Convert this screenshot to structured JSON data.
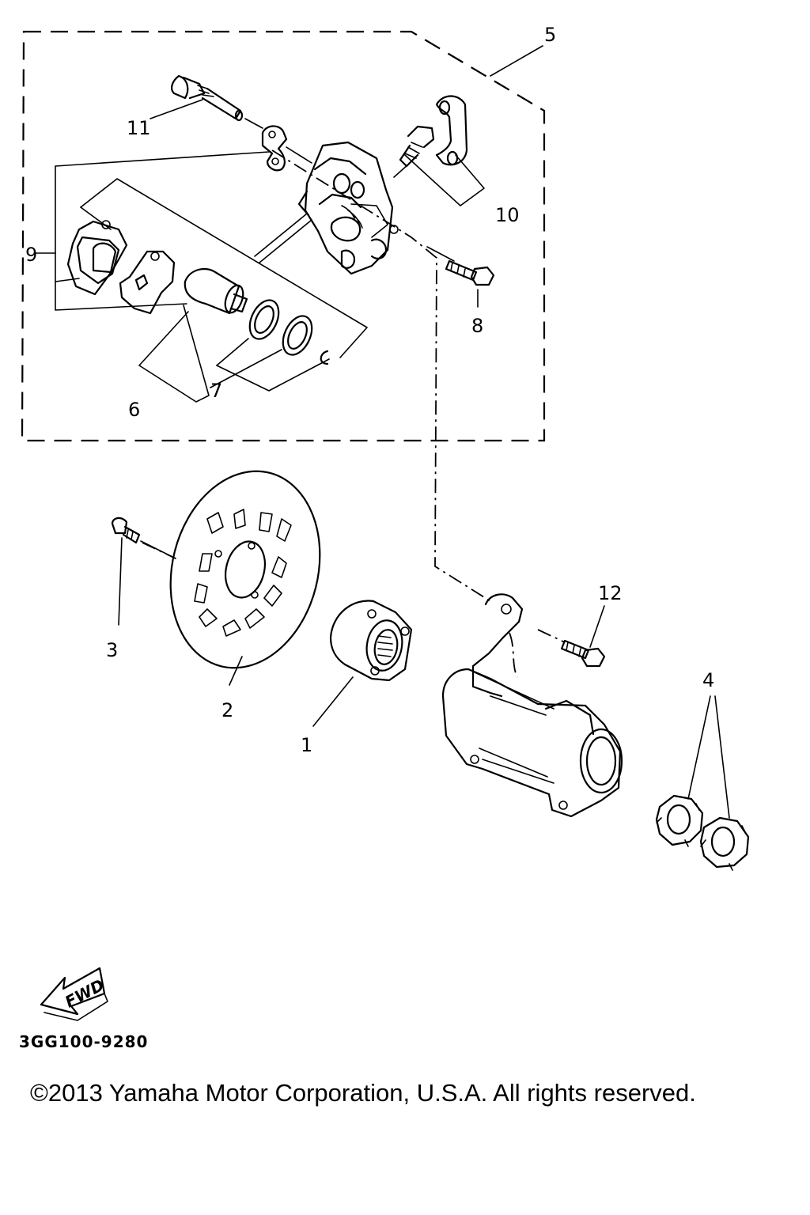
{
  "callouts": {
    "c1": "1",
    "c2": "2",
    "c3": "3",
    "c4": "4",
    "c5": "5",
    "c6": "6",
    "c7": "7",
    "c8": "8",
    "c9": "9",
    "c10": "10",
    "c11": "11",
    "c12": "12"
  },
  "fwd_label": "FWD",
  "part_code": "3GG100-9280",
  "copyright": "©2013 Yamaha Motor Corporation, U.S.A. All rights reserved."
}
